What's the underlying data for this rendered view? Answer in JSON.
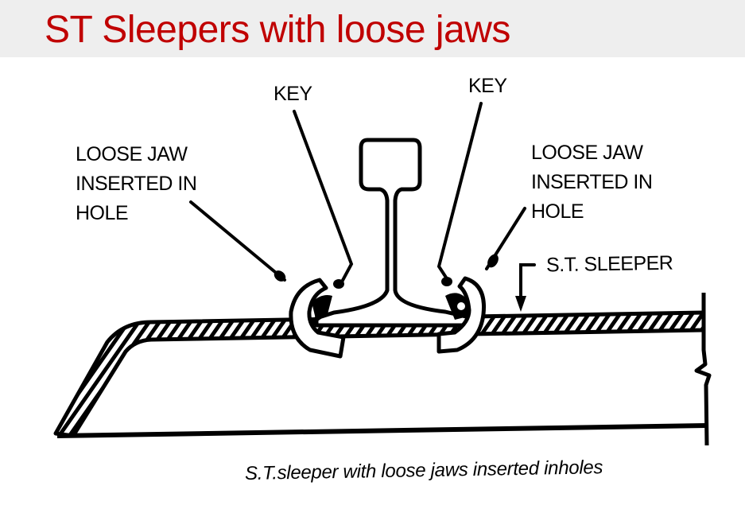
{
  "header": {
    "title": "ST Sleepers with loose jaws",
    "title_color": "#c00000",
    "background": "#eeeeee"
  },
  "diagram": {
    "labels": {
      "key_left": "KEY",
      "key_right": "KEY",
      "loose_jaw_left": [
        "LOOSE JAW",
        "INSERTED IN",
        "HOLE"
      ],
      "loose_jaw_right": [
        "LOOSE JAW",
        "INSERTED IN",
        "HOLE"
      ],
      "st_sleeper": "S.T. SLEEPER"
    },
    "caption": "S.T.sleeper with loose jaws  inserted inholes",
    "components": [
      "rail",
      "key-left",
      "key-right",
      "loose-jaw-left",
      "loose-jaw-right",
      "st-sleeper-plate"
    ]
  }
}
